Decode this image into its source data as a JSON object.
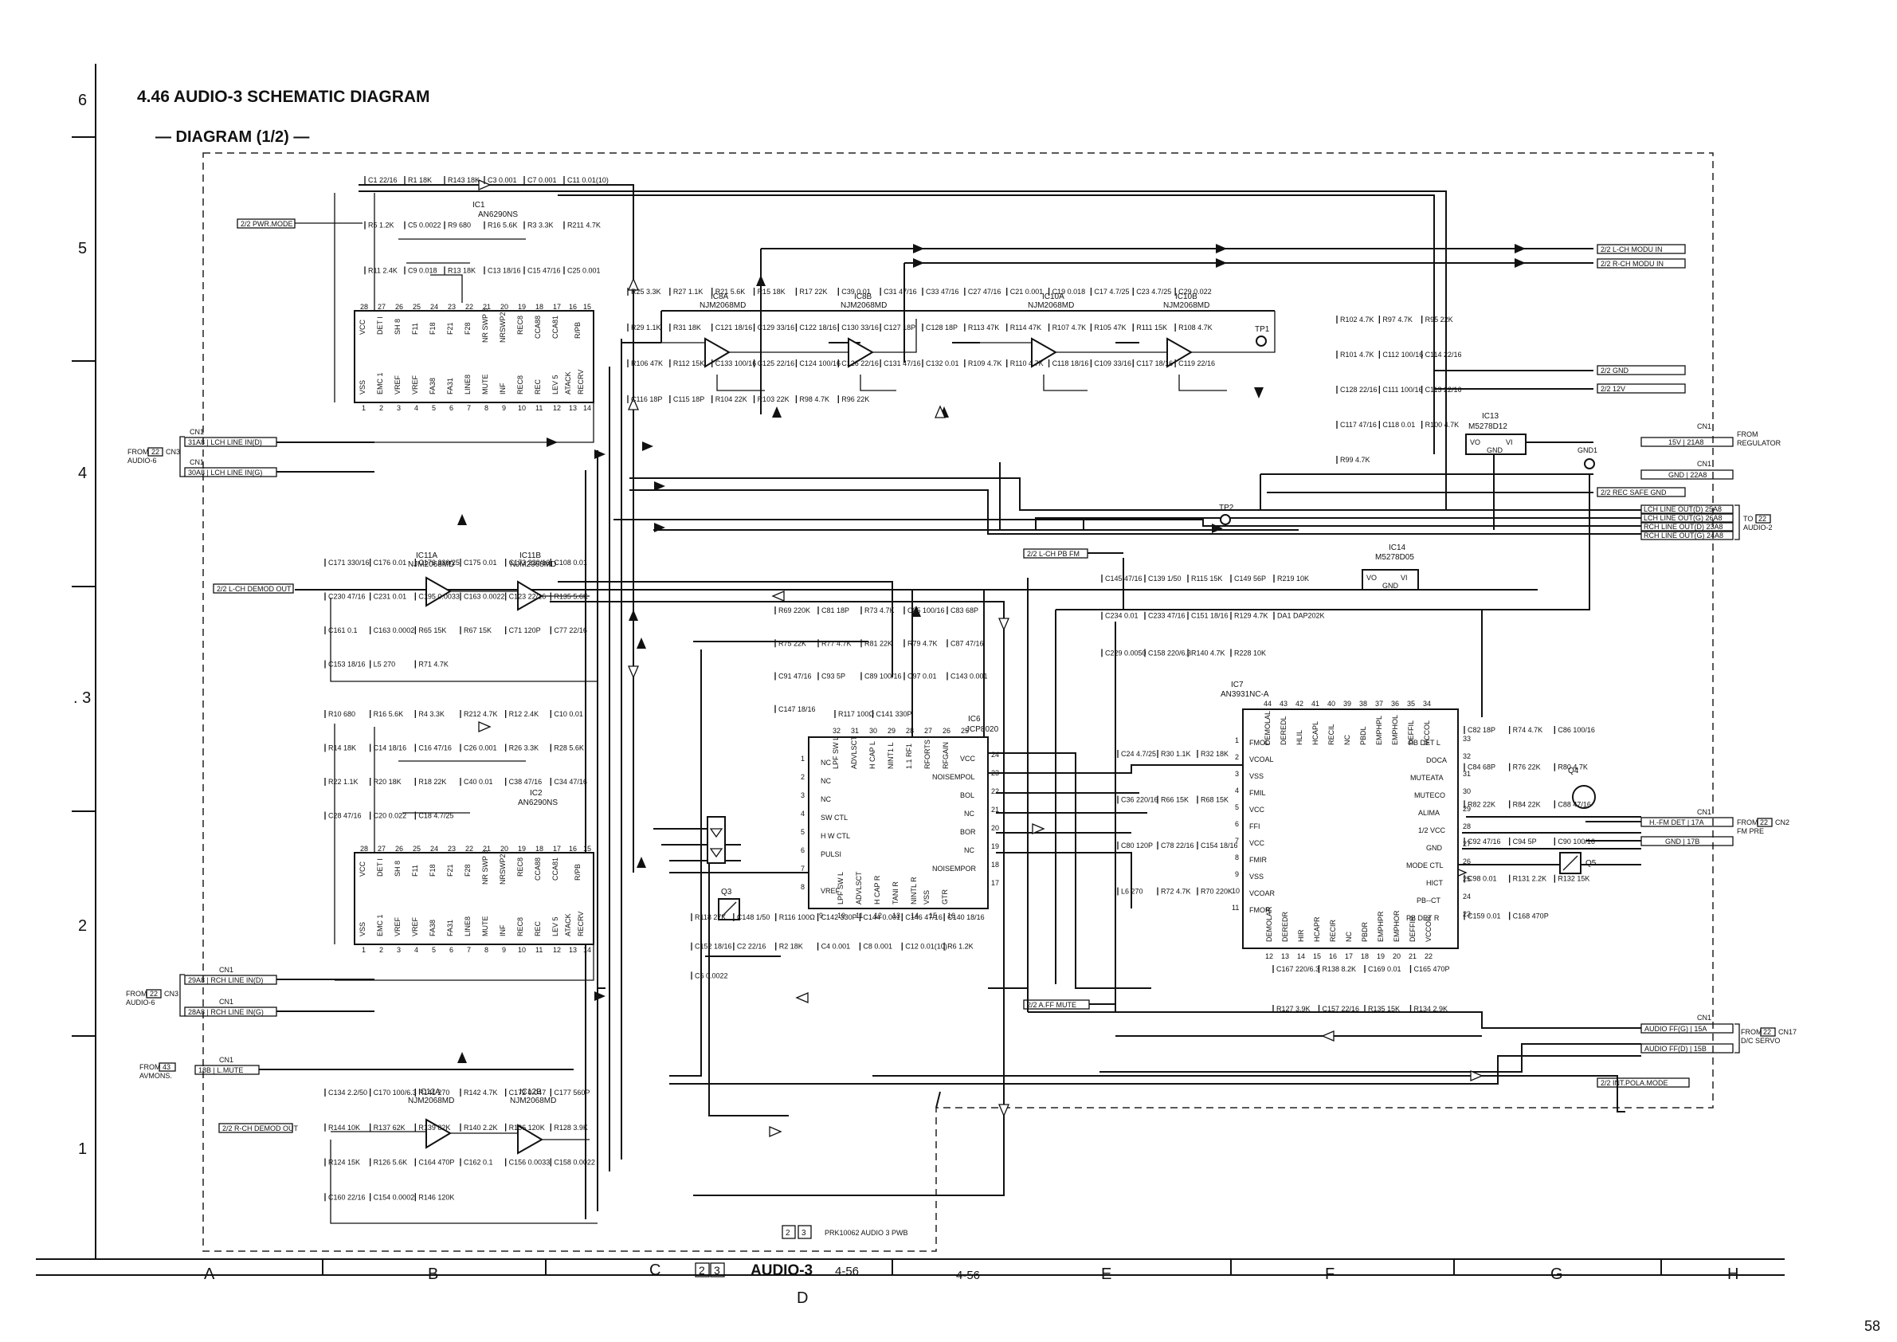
{
  "header": {
    "title": "4.46  AUDIO-3 SCHEMATIC DIAGRAM",
    "subtitle": "— DIAGRAM (1/2) —"
  },
  "grid": {
    "rows": [
      "6",
      "5",
      "4",
      ". 3",
      "2",
      "1"
    ],
    "cols": [
      "A",
      "B",
      "C",
      "D",
      "E",
      "F",
      "G",
      "H"
    ]
  },
  "footer": {
    "board_box_a": "2",
    "board_box_b": "3",
    "board_name": "AUDIO-3",
    "page_ref_1": "4-56",
    "page_ref_2": "4-56",
    "pwb_box_a": "2",
    "pwb_box_b": "3",
    "pwb_label": "PRK10062 AUDIO 3 PWB",
    "page_number": "58"
  },
  "ics": [
    {
      "ref": "IC1",
      "part": "AN6290NS"
    },
    {
      "ref": "IC2",
      "part": "AN6290NS"
    },
    {
      "ref": "IC8A",
      "part": "NJM2068MD"
    },
    {
      "ref": "IC8B",
      "part": "NJM2068MD"
    },
    {
      "ref": "IC10A",
      "part": "NJM2068MD"
    },
    {
      "ref": "IC10B",
      "part": "NJM2068MD"
    },
    {
      "ref": "IC11A",
      "part": "NJM2068MD"
    },
    {
      "ref": "IC11B",
      "part": "NJM2068MD"
    },
    {
      "ref": "IC12A",
      "part": "NJM2068MD"
    },
    {
      "ref": "IC12B",
      "part": "NJM2068MD"
    },
    {
      "ref": "IC6",
      "part": "JCP8020"
    },
    {
      "ref": "IC7",
      "part": "AN3931NC-A"
    },
    {
      "ref": "IC13",
      "part": "M5278D12"
    },
    {
      "ref": "IC14",
      "part": "M5278D05"
    }
  ],
  "left_labels": {
    "pwr_mode": "2/2  PWR.MODE",
    "lch_demod_out": "2/2 L-CH DEMOD OUT",
    "rch_demod_out": "2/2 R-CH DEMOD OUT",
    "from_audio6_top_1": "FROM",
    "from_audio6_top_2": "CN3",
    "from_audio6_top_3": "AUDIO-6",
    "from_audio6_top_box": "22",
    "lch_line_in_d": "31A8 | LCH LINE IN(D)",
    "lch_line_in_g": "30A8 | LCH LINE IN(G)",
    "rch_line_in_d": "29A8 | RCH LINE IN(D)",
    "rch_line_in_g": "28A8 | RCH LINE IN(G)",
    "from_audio6_bot_1": "FROM",
    "from_audio6_bot_2": "CN3",
    "from_audio6_bot_3": "AUDIO-6",
    "from_audio6_bot_box": "22",
    "from_avmon_1": "FROM",
    "from_avmon_box": "43",
    "from_avmon_2": "AVMONS.",
    "l_mute": "18B | L.MUTE",
    "cn1_1": "CN1",
    "cn1_2": "CN1",
    "cn1_3": "CN1",
    "cn1_4": "CN1",
    "cn1_5": "CN1"
  },
  "mid_labels": {
    "lch_pb_fm": "2/2  L-CH PB FM",
    "a_ff_mute": "2/2  A.FF MUTE",
    "tp1": "TP1",
    "tp2": "TP2",
    "q3": "Q3",
    "q4": "Q4",
    "q5": "Q5",
    "gnd1": "GND1"
  },
  "right_labels": {
    "lch_modu_in": "2/2  L-CH MODU IN",
    "rch_modu_in": "2/2  R-CH MODU IN",
    "gnd_ref": "2/2  GND",
    "v12_ref": "2/2  12V",
    "v15": "15V | 21A8",
    "gnd_22a8": "GND | 22A8",
    "from_regulator_1": "FROM",
    "from_regulator_2": "REGULATOR",
    "rec_safe_gnd": "2/2  REC SAFE GND",
    "lch_line_out_d": "LCH LINE OUT(D) 25A8",
    "lch_line_out_g": "LCH LINE OUT(G) 26A8",
    "rch_line_out_d": "RCH LINE OUT(D) 23A8",
    "rch_line_out_g": "RCH LINE OUT(G) 24A8",
    "to_audio2_1": "TO",
    "to_audio2_box": "22",
    "to_audio2_2": "AUDIO-2",
    "hifm_det": "H.-FM DET | 17A",
    "gnd_17b": "GND | 17B",
    "from_fm_pre_1": "FROM",
    "from_fm_pre_box": "22",
    "from_fm_pre_2": "CN2",
    "from_fm_pre_3": "FM PRE",
    "audio_ff_g": "AUDIO FF(G) | 15A",
    "audio_ff_d": "AUDIO FF(D) | 15B",
    "from_servo_1": "FROM",
    "from_servo_box": "22",
    "from_servo_2": "CN17",
    "from_servo_3": "D/C SERVO",
    "int_pola_mode": "2/2  INT.POLA.MODE",
    "cn1_a": "CN1",
    "cn1_b": "CN1",
    "cn1_c": "CN1",
    "cn1_d": "CN1"
  },
  "ic6_pins": {
    "top": [
      "32",
      "31",
      "30",
      "29",
      "28",
      "27",
      "26",
      "25"
    ],
    "left": [
      "1",
      "2",
      "3",
      "4",
      "5",
      "6",
      "7",
      "8"
    ],
    "right": [
      "24",
      "23",
      "22",
      "21",
      "20",
      "19",
      "18",
      "17"
    ],
    "bottom": [
      "9",
      "10",
      "11",
      "12",
      "13",
      "14",
      "15",
      "16"
    ],
    "top_names": [
      "LPF SW L",
      "ADVLSCT",
      "H CAP L",
      "NINT1 L",
      "1.1 RF1",
      "RFORTS",
      "RFGAIN"
    ],
    "left_names": [
      "NC",
      "NC",
      "NC",
      "SW CTL",
      "H W CTL",
      "PULSI",
      "",
      "VREF"
    ],
    "right_names": [
      "VCC",
      "NOISEMPOL",
      "BOL",
      "NC",
      "BOR",
      "NC",
      "NOISEMPOR"
    ],
    "bottom_names": [
      "LPF SW L",
      "ADVLSCT",
      "H CAP R",
      "TANI R",
      "NINTL R",
      "VSS",
      "GTR"
    ]
  },
  "ic7_pins": {
    "top": [
      "44",
      "43",
      "42",
      "41",
      "40",
      "39",
      "38",
      "37",
      "36",
      "35",
      "34"
    ],
    "left": [
      "1",
      "2",
      "3",
      "4",
      "5",
      "6",
      "7",
      "8",
      "9",
      "10",
      "11"
    ],
    "right": [
      "33",
      "32",
      "31",
      "30",
      "29",
      "28",
      "27",
      "26",
      "25",
      "24",
      "23"
    ],
    "bottom": [
      "12",
      "13",
      "14",
      "15",
      "16",
      "17",
      "18",
      "19",
      "20",
      "21",
      "22"
    ],
    "top_names": [
      "DEMOLAL",
      "DEREDL",
      "HLIL",
      "HCAPL",
      "RECIL",
      "NC",
      "PBDL",
      "EMPHPL",
      "EMPHOL",
      "DEFFIL",
      "VCCOL"
    ],
    "left_names": [
      "FMOL",
      "VCOAL",
      "VSS",
      "FMIL",
      "VCC",
      "FFI",
      "VCC",
      "FMIR",
      "VSS",
      "VCOAR",
      "FMOR"
    ],
    "right_names": [
      "PB DET L",
      "DOCA",
      "MUTEATA",
      "MUTECO",
      "ALIMA",
      "1/2 VCC",
      "GND",
      "MODE CTL",
      "HICT",
      "PB--CT",
      "PB DET R"
    ],
    "bottom_names": [
      "DEMOLAR",
      "DEREDR",
      "HIR",
      "HCAPR",
      "RECIR",
      "NC",
      "PBDR",
      "EMPHPR",
      "EMPHOR",
      "DEFFIR",
      "VCCOR"
    ]
  },
  "an6290_pins": {
    "top": [
      "28",
      "27",
      "26",
      "25",
      "24",
      "23",
      "22",
      "21",
      "20",
      "19",
      "18",
      "17",
      "16",
      "15"
    ],
    "bottom": [
      "1",
      "2",
      "3",
      "4",
      "5",
      "6",
      "7",
      "8",
      "9",
      "10",
      "11",
      "12",
      "13",
      "14"
    ],
    "top_names": [
      "VCC",
      "DET I",
      "SH 8",
      "F11",
      "F18",
      "F21",
      "F28",
      "NR SWP 8",
      "NRSWP2",
      "REC8",
      "CCA88",
      "CCA81",
      "R/PB"
    ],
    "bottom_names": [
      "VSS",
      "EMC 1",
      "VREF",
      "VREF",
      "FA38",
      "FA31",
      "LINE8",
      "MUTE",
      "INF",
      "REC8",
      "REC",
      "LEV 5",
      "ATACK",
      "RECRV"
    ]
  },
  "components": [
    "C1 22/16",
    "R1 18K",
    "R143 18K",
    "C3 0.001",
    "C7 0.001",
    "C11 0.01(10)",
    "R5 1.2K",
    "C5 0.0022",
    "R9 680",
    "R16 5.6K",
    "R3 3.3K",
    "R211 4.7K",
    "R11 2.4K",
    "C9 0.018",
    "R13 18K",
    "C13 18/16",
    "C15 47/16",
    "C25 0.001",
    "R25 3.3K",
    "R27 1.1K",
    "R21 5.6K",
    "R15 18K",
    "R17 22K",
    "C39 0.01",
    "C31 47/16",
    "C33 47/16",
    "C27 47/16",
    "C21 0.001",
    "C19 0.018",
    "C17 4.7/25",
    "C23 4.7/25",
    "C29 0.022",
    "R29 1.1K",
    "R31 18K",
    "C121 18/16",
    "C129 33/16",
    "C122 18/16",
    "C130 33/16",
    "C127 18P",
    "C128 18P",
    "R113 47K",
    "R114 47K",
    "R107 4.7K",
    "R105 47K",
    "R111 15K",
    "R108 4.7K",
    "R106 47K",
    "R112 15K",
    "C133 100/16",
    "C125 22/16",
    "C124 100/16",
    "C126 22/16",
    "C131 47/16",
    "C132 0.01",
    "R109 4.7K",
    "R110 4.7K",
    "C118 18/16",
    "C109 33/16",
    "C117 18/16",
    "C119 22/16",
    "C116 18P",
    "C115 18P",
    "R104 22K",
    "R103 22K",
    "R98 4.7K",
    "R96 22K",
    "R102 4.7K",
    "R97 4.7K",
    "R95 22K",
    "R101 4.7K",
    "C112 100/16",
    "C114 22/16",
    "C128 22/16",
    "C111 100/16",
    "C113 22/16",
    "C117 47/16",
    "C118 0.01",
    "R100 4.7K",
    "R99 4.7K",
    "C171 330/16",
    "C176 0.01",
    "C176 330/25",
    "C175 0.01",
    "C173 220/16",
    "C108 0.01",
    "C230 47/16",
    "C231 0.01",
    "C195 0.0033",
    "C163 0.0022",
    "C123 22/16",
    "R135 5.6K",
    "C161 0.1",
    "C163 0.0002",
    "R65 15K",
    "R67 15K",
    "C71 120P",
    "C77 22/16",
    "C153 18/16",
    "L5 270",
    "R71 4.7K",
    "R69 220K",
    "C81 18P",
    "R73 4.7K",
    "C85 100/16",
    "C83 68P",
    "R75 22K",
    "R77 4.7K",
    "R81 22K",
    "R79 4.7K",
    "C87 47/16",
    "C91 47/16",
    "C93 5P",
    "C89 100/16",
    "C97 0.01",
    "C143 0.001",
    "C147 18/16",
    "R117 100Ω",
    "C141 330P",
    "C145 47/16",
    "C139 1/50",
    "R115 15K",
    "C149 56P",
    "R219 10K",
    "C234 0.01",
    "C233 47/16",
    "C151 18/16",
    "R129 4.7K",
    "DA1 DAP202K",
    "C229 0.0050",
    "C158 220/6.3",
    "R140 4.7K",
    "R228 10K",
    "R118 27K",
    "C148 1/50",
    "R116 100Ω",
    "C142 330P",
    "C144 0.001",
    "C146 47/16",
    "C140 18/16",
    "C152 18/16",
    "C2 22/16",
    "R2 18K",
    "C4 0.001",
    "C8 0.001",
    "C12 0.01(10)",
    "R6 1.2K",
    "C6 0.0022",
    "R10 680",
    "R16 5.6K",
    "R4 3.3K",
    "R212 4.7K",
    "R12 2.4K",
    "C10 0.01",
    "R14 18K",
    "C14 18/16",
    "C16 47/16",
    "C26 0.001",
    "R26 3.3K",
    "R28 5.6K",
    "R22 1.1K",
    "R20 18K",
    "R18 22K",
    "C40 0.01",
    "C38 47/16",
    "C34 47/16",
    "C28 47/16",
    "C20 0.022",
    "C18 4.7/25",
    "C24 4.7/25",
    "R30 1.1K",
    "R32 18K",
    "C36 220/16",
    "R66 15K",
    "R68 15K",
    "C80 120P",
    "C78 22/16",
    "C154 18/16",
    "L6 270",
    "R72 4.7K",
    "R70 220K",
    "C82 18P",
    "R74 4.7K",
    "C86 100/16",
    "C84 68P",
    "R76 22K",
    "R80 4.7K",
    "R82 22K",
    "R84 22K",
    "C88 47/16",
    "C92 47/16",
    "C94 5P",
    "C90 100/16",
    "C98 0.01",
    "R131 2.2K",
    "R132 15K",
    "C159 0.01",
    "C168 470P",
    "C167 220/6.3",
    "R138 8.2K",
    "C169 0.01",
    "C165 470P",
    "R127 3.9K",
    "C157 22/16",
    "R135 15K",
    "R134 2.9K",
    "C134 2.2/50",
    "C170 100/6.3",
    "R141 270",
    "R142 4.7K",
    "C172 0.047",
    "C177 560P",
    "R144 10K",
    "R137 62K",
    "R139 82K",
    "R140 2.2K",
    "R136 120K",
    "R128 3.9K",
    "R124 15K",
    "R126 5.6K",
    "C164 470P",
    "C162 0.1",
    "C156 0.0033",
    "C158 0.0022",
    "C160 22/16",
    "C154 0.0002",
    "R146 120K"
  ]
}
